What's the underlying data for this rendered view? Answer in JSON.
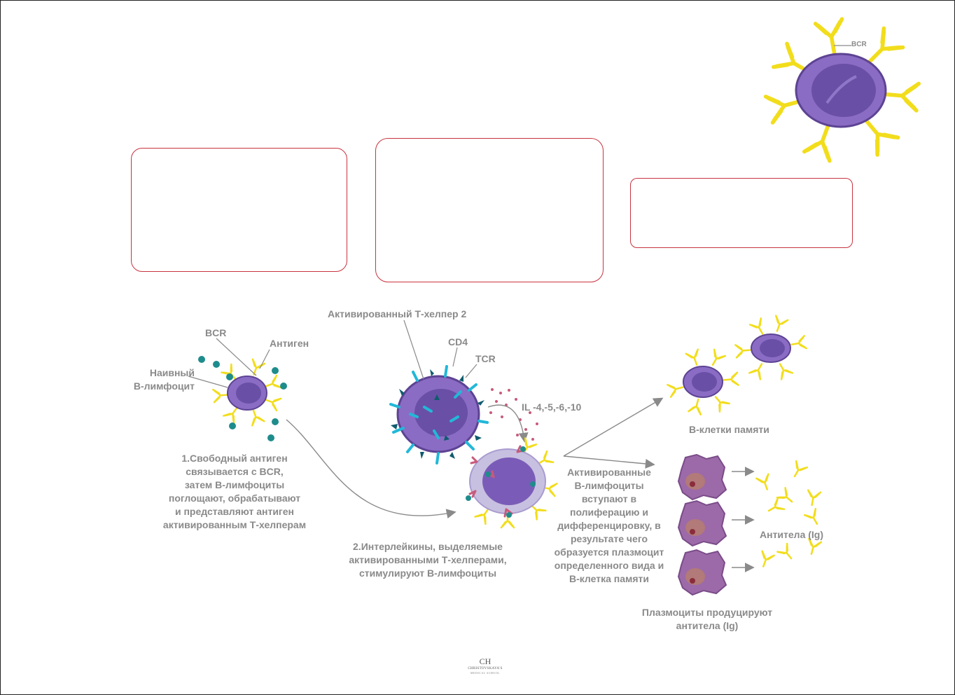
{
  "labels": {
    "bcr_top": "BCR",
    "bcr": "BCR",
    "antigen": "Антиген",
    "naive": "Наивный\nВ-лимфоцит",
    "th2": "Активированный Т-хелпер 2",
    "cd4": "CD4",
    "tcr": "TCR",
    "il": "IL -4,-5,-6,-10",
    "memory": "В-клетки памяти",
    "antibodies": "Антитела (Ig)",
    "step1": "1.Свободный антиген\nсвязывается с BCR,\nзатем В-лимфоциты\nпоглощают, обрабатывают\nи представляют антиген\nактивированным Т-хелперам",
    "step2": "2.Интерлейкины, выделяемые\nактивированными Т-хелперами,\nстимулируют В-лимфоциты",
    "step3": "Активированные\nВ-лимфоциты\nвступают в\nполиферацию и\nдифференцировку, в\nрезультате чего\nобразуется плазмоцит\nопределенного вида и\nВ-клетка памяти",
    "plasma": "Плазмоциты продуцируют\nантитела (Ig)"
  },
  "logo": {
    "mark": "CH",
    "line1": "CHRISTOVSKAYA'S",
    "line2": "MEDICAL SCHOOL"
  },
  "colors": {
    "cell_fill": "#8a6cc4",
    "cell_nucleus": "#6a4fa6",
    "antibody": "#f2dd1c",
    "antigen": "#1f8c8c",
    "tcr": "#22b8d8",
    "cd4": "#0f5b6e",
    "interleukin": "#c85a7a",
    "plasma": "#9c6aa8",
    "box_border": "#c8333f",
    "text": "#8a8a8a"
  }
}
